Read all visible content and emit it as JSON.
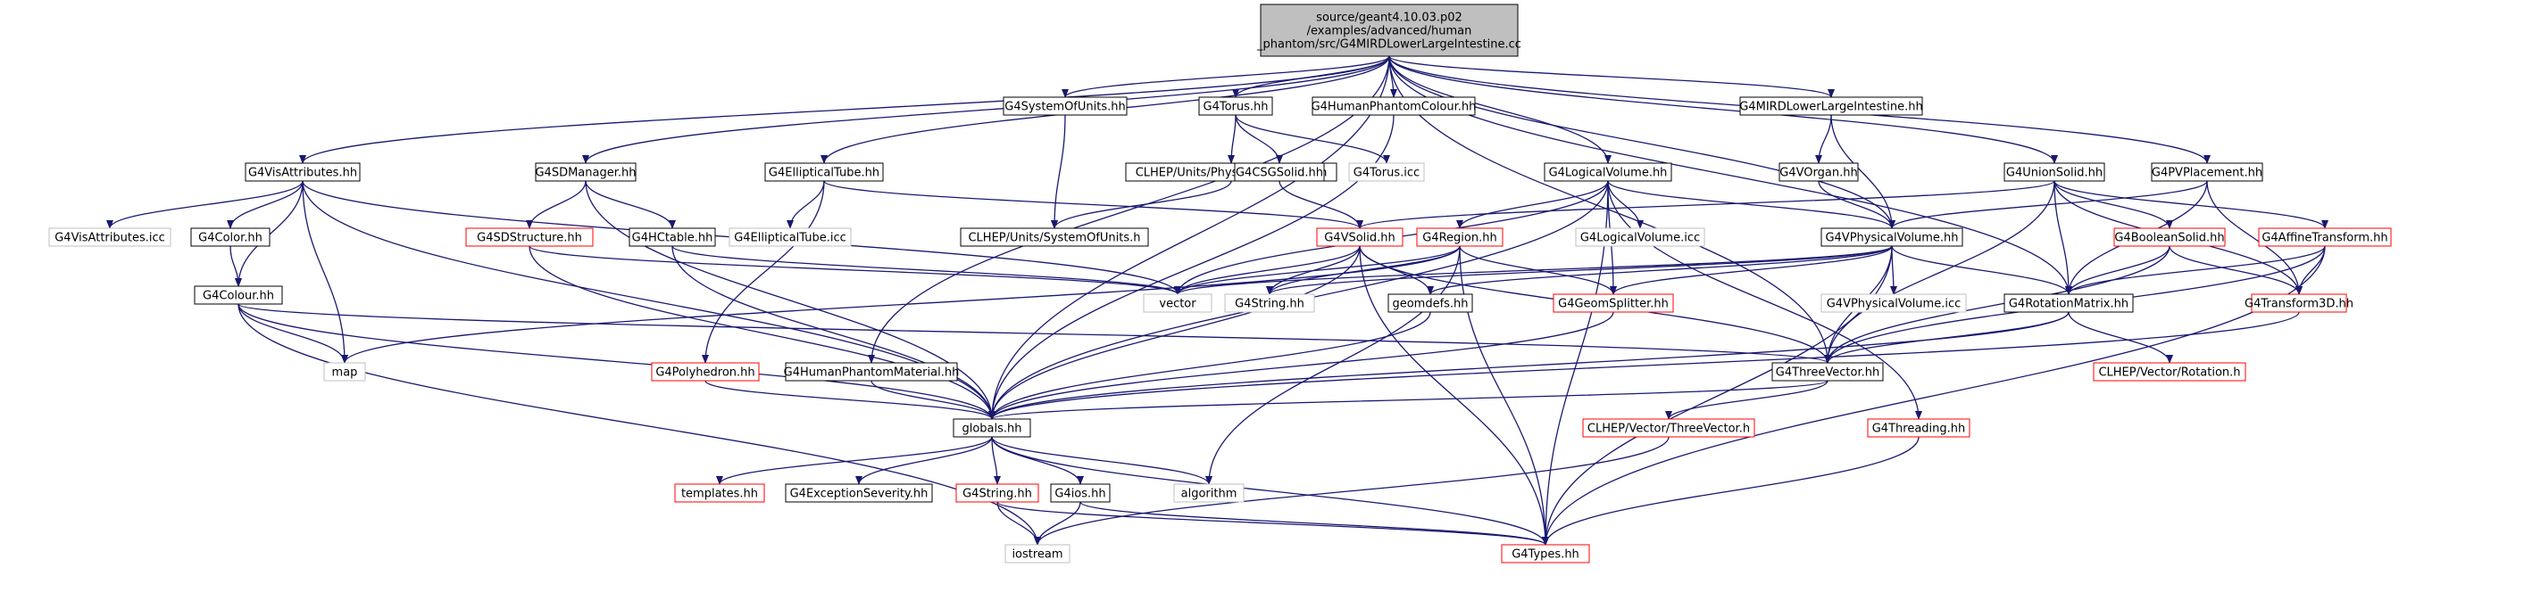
{
  "colors": {
    "edge": "#191970",
    "root_fill": "#bfbfbf",
    "node_border_normal": "#000000",
    "node_border_truncated": "#ff0000",
    "node_border_external": "#bfbfbf"
  },
  "nodes": [
    {
      "id": "root",
      "style": "root",
      "lines": [
        "source/geant4.10.03.p02",
        "/examples/advanced/human",
        "_phantom/src/G4MIRDLowerLargeIntestine.cc"
      ]
    },
    {
      "id": "visattr",
      "style": "normal",
      "lines": [
        "G4VisAttributes.hh"
      ]
    },
    {
      "id": "sdmgr",
      "style": "normal",
      "lines": [
        "G4SDManager.hh"
      ]
    },
    {
      "id": "elltube",
      "style": "normal",
      "lines": [
        "G4EllipticalTube.hh"
      ]
    },
    {
      "id": "sysunits",
      "style": "normal",
      "lines": [
        "G4SystemOfUnits.hh"
      ]
    },
    {
      "id": "torus",
      "style": "normal",
      "lines": [
        "G4Torus.hh"
      ]
    },
    {
      "id": "hpcolour",
      "style": "normal",
      "lines": [
        "G4HumanPhantomColour.hh"
      ]
    },
    {
      "id": "mirdlli",
      "style": "normal",
      "lines": [
        "G4MIRDLowerLargeIntestine.hh"
      ]
    },
    {
      "id": "unionsolid",
      "style": "normal",
      "lines": [
        "G4UnionSolid.hh"
      ]
    },
    {
      "id": "pvplacement",
      "style": "normal",
      "lines": [
        "G4PVPlacement.hh"
      ]
    },
    {
      "id": "visattricc",
      "style": "external",
      "lines": [
        "G4VisAttributes.icc"
      ]
    },
    {
      "id": "color",
      "style": "normal",
      "lines": [
        "G4Color.hh"
      ]
    },
    {
      "id": "sdstructure",
      "style": "truncated",
      "lines": [
        "G4SDStructure.hh"
      ]
    },
    {
      "id": "hctable",
      "style": "normal",
      "lines": [
        "G4HCtable.hh"
      ]
    },
    {
      "id": "elltubeicc",
      "style": "external",
      "lines": [
        "G4EllipticalTube.icc"
      ]
    },
    {
      "id": "physconst",
      "style": "normal",
      "lines": [
        "CLHEP/Units/PhysicalConstants.h"
      ]
    },
    {
      "id": "csgsolid",
      "style": "normal",
      "lines": [
        "G4CSGSolid.hh"
      ]
    },
    {
      "id": "torusicc",
      "style": "external",
      "lines": [
        "G4Torus.icc"
      ]
    },
    {
      "id": "logvol",
      "style": "normal",
      "lines": [
        "G4LogicalVolume.hh"
      ]
    },
    {
      "id": "vorgan",
      "style": "normal",
      "lines": [
        "G4VOrgan.hh"
      ]
    },
    {
      "id": "clhepsysunits",
      "style": "normal",
      "lines": [
        "CLHEP/Units/SystemOfUnits.h"
      ]
    },
    {
      "id": "vsolid",
      "style": "truncated",
      "lines": [
        "G4VSolid.hh"
      ]
    },
    {
      "id": "region",
      "style": "truncated",
      "lines": [
        "G4Region.hh"
      ]
    },
    {
      "id": "logvolicc",
      "style": "external",
      "lines": [
        "G4LogicalVolume.icc"
      ]
    },
    {
      "id": "vphysvol",
      "style": "normal",
      "lines": [
        "G4VPhysicalVolume.hh"
      ]
    },
    {
      "id": "booleansolid",
      "style": "truncated",
      "lines": [
        "G4BooleanSolid.hh"
      ]
    },
    {
      "id": "affine",
      "style": "truncated",
      "lines": [
        "G4AffineTransform.hh"
      ]
    },
    {
      "id": "colour",
      "style": "normal",
      "lines": [
        "G4Colour.hh"
      ]
    },
    {
      "id": "vector",
      "style": "external",
      "lines": [
        "vector"
      ]
    },
    {
      "id": "g4string1",
      "style": "external",
      "lines": [
        "G4String.hh"
      ]
    },
    {
      "id": "geomdefs",
      "style": "normal",
      "lines": [
        "geomdefs.hh"
      ]
    },
    {
      "id": "geomsplitter",
      "style": "truncated",
      "lines": [
        "G4GeomSplitter.hh"
      ]
    },
    {
      "id": "vphysicc",
      "style": "external",
      "lines": [
        "G4VPhysicalVolume.icc"
      ]
    },
    {
      "id": "rotmatrix",
      "style": "normal",
      "lines": [
        "G4RotationMatrix.hh"
      ]
    },
    {
      "id": "transform3d",
      "style": "truncated",
      "lines": [
        "G4Transform3D.hh"
      ]
    },
    {
      "id": "map",
      "style": "external",
      "lines": [
        "map"
      ]
    },
    {
      "id": "polyhedron",
      "style": "truncated",
      "lines": [
        "G4Polyhedron.hh"
      ]
    },
    {
      "id": "hpmaterial",
      "style": "normal",
      "lines": [
        "G4HumanPhantomMaterial.hh"
      ]
    },
    {
      "id": "threevector",
      "style": "normal",
      "lines": [
        "G4ThreeVector.hh"
      ]
    },
    {
      "id": "clheprotation",
      "style": "truncated",
      "lines": [
        "CLHEP/Vector/Rotation.h"
      ]
    },
    {
      "id": "globals",
      "style": "normal",
      "lines": [
        "globals.hh"
      ]
    },
    {
      "id": "clhepthreevector",
      "style": "truncated",
      "lines": [
        "CLHEP/Vector/ThreeVector.h"
      ]
    },
    {
      "id": "threading",
      "style": "truncated",
      "lines": [
        "G4Threading.hh"
      ]
    },
    {
      "id": "templates",
      "style": "truncated",
      "lines": [
        "templates.hh"
      ]
    },
    {
      "id": "excseverity",
      "style": "normal",
      "lines": [
        "G4ExceptionSeverity.hh"
      ]
    },
    {
      "id": "g4string2",
      "style": "truncated",
      "lines": [
        "G4String.hh"
      ]
    },
    {
      "id": "g4ios",
      "style": "normal",
      "lines": [
        "G4ios.hh"
      ]
    },
    {
      "id": "algorithm",
      "style": "external",
      "lines": [
        "algorithm"
      ]
    },
    {
      "id": "iostream",
      "style": "external",
      "lines": [
        "iostream"
      ]
    },
    {
      "id": "types",
      "style": "truncated",
      "lines": [
        "G4Types.hh"
      ]
    }
  ]
}
